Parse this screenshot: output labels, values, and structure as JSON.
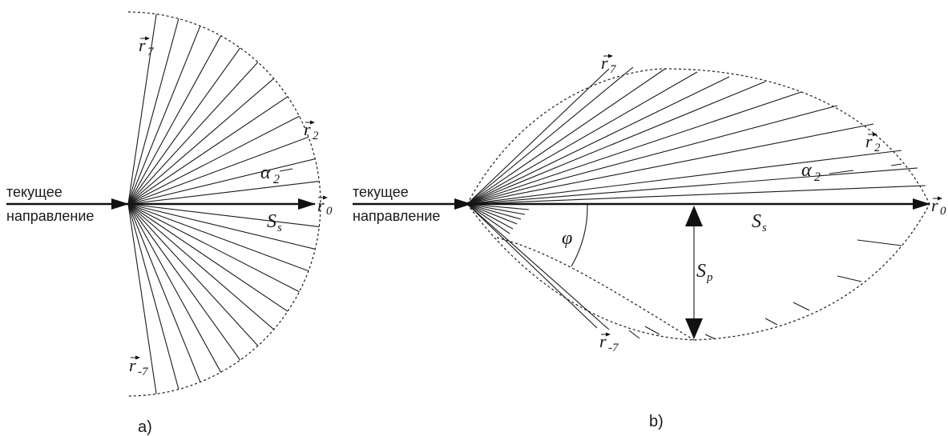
{
  "panel_a": {
    "caption": "a)",
    "input_label_line1": "текущее",
    "input_label_line2": "направление",
    "label_r7": "r",
    "label_r7_sub": "7",
    "label_r2": "r",
    "label_r2_sub": "2",
    "label_r0": "r",
    "label_r0_sub": "0",
    "label_rm7": "r",
    "label_rm7_sub": "-7",
    "label_alpha": "α",
    "label_alpha_sub": "2",
    "label_S": "S",
    "label_S_sub": "s"
  },
  "panel_b": {
    "caption": "b)",
    "input_label_line1": "текущее",
    "input_label_line2": "направление",
    "label_r7": "r",
    "label_r7_sub": "7",
    "label_r2": "r",
    "label_r2_sub": "2",
    "label_r0": "r",
    "label_r0_sub": "0",
    "label_rm7": "r",
    "label_rm7_sub": "-7",
    "label_alpha": "α",
    "label_alpha_sub": "2",
    "label_Ss": "S",
    "label_Ss_sub": "s",
    "label_Sp": "S",
    "label_Sp_sub": "p",
    "label_phi": "φ"
  }
}
